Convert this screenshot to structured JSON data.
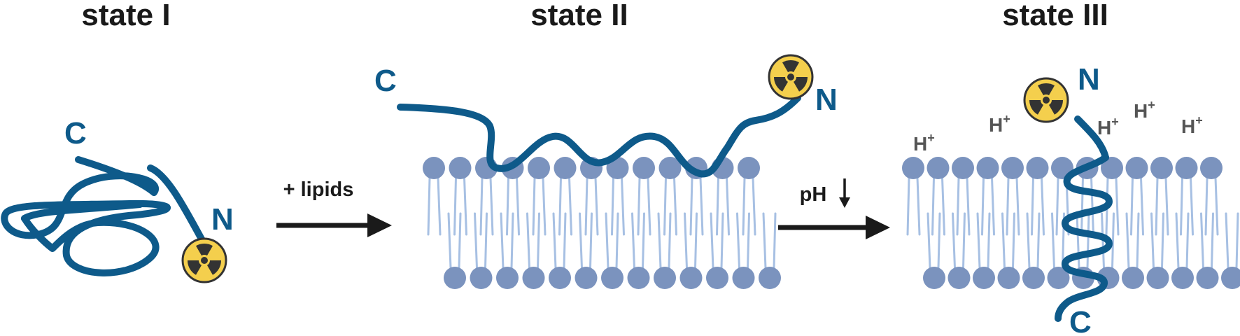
{
  "states": [
    {
      "title": "state I",
      "c_label": "C",
      "n_label": "N"
    },
    {
      "title": "state II",
      "c_label": "C",
      "n_label": "N"
    },
    {
      "title": "state III",
      "c_label": "C",
      "n_label": "N"
    }
  ],
  "transitions": {
    "first": "+ lipids",
    "second": "pH"
  },
  "proton": {
    "base": "H",
    "charge": "+"
  },
  "colors": {
    "protein": "#0e5a8a",
    "lipid_head": "#7b93be",
    "lipid_tail": "#a7c0e3",
    "label_radio": "#f4cf4d",
    "radio_mark": "#333333",
    "arrow": "#1a1a1a"
  },
  "icons": [
    "radioactive-label-icon",
    "arrow-right-icon",
    "arrow-down-icon"
  ]
}
